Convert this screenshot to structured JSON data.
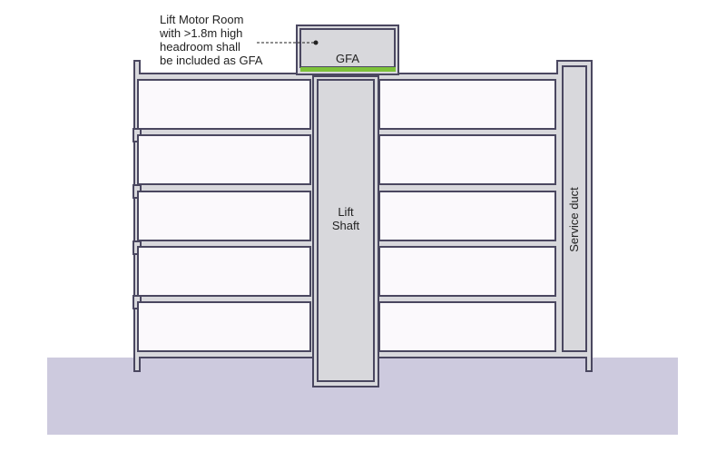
{
  "annotation": {
    "lines": [
      "Lift Motor Room",
      "with >1.8m high",
      "headroom shall",
      "be included as GFA"
    ]
  },
  "labels": {
    "gfa": "GFA",
    "lift_shaft_line1": "Lift",
    "lift_shaft_line2": "Shaft",
    "service_duct": "Service duct"
  },
  "colors": {
    "ground": "#cdcade",
    "wall_fill": "#d8d8dc",
    "wall_stroke": "#4a4760",
    "room_fill": "#fbf9fc",
    "gfa_highlight": "#7dc23a"
  }
}
